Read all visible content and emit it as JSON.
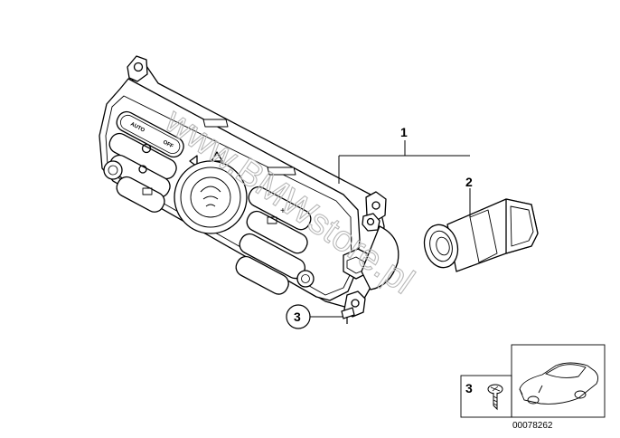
{
  "callouts": [
    {
      "label": "1"
    },
    {
      "label": "2"
    },
    {
      "label": "3"
    }
  ],
  "legend": {
    "label": "3"
  },
  "panel_text": {
    "auto": "AUTO",
    "off": "OFF"
  },
  "watermark": "www.BMWstore.pl",
  "diagram_id": "00078262"
}
